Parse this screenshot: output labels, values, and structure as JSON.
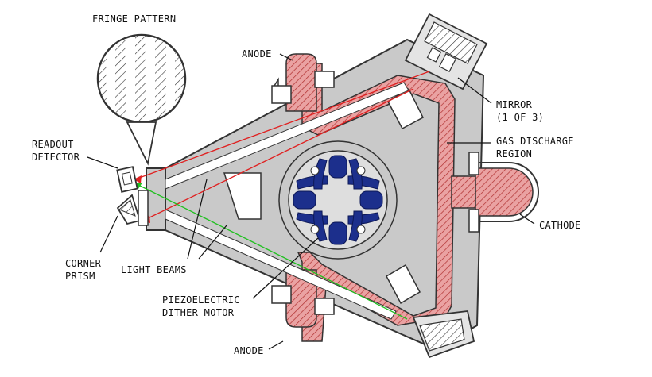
{
  "diagram": {
    "labels": {
      "fringe_pattern": "FRINGE PATTERN",
      "anode_top": "ANODE",
      "mirror_line1": "MIRROR",
      "mirror_line2": "(1 OF 3)",
      "gas_line1": "GAS DISCHARGE",
      "gas_line2": "REGION",
      "readout_line1": "READOUT",
      "readout_line2": "DETECTOR",
      "cathode": "CATHODE",
      "corner_line1": "CORNER",
      "corner_line2": "PRISM",
      "light_beams": "LIGHT BEAMS",
      "piezo_line1": "PIEZOELECTRIC",
      "piezo_line2": "DITHER MOTOR",
      "anode_bottom": "ANODE"
    },
    "colors": {
      "block": "#c9c9c9",
      "block_stroke": "#333333",
      "discharge": "#e9a0a0",
      "discharge_hatch": "#b03030",
      "dither": "#1c2f8c",
      "beam_red": "#e02020",
      "beam_green": "#20c020"
    }
  }
}
